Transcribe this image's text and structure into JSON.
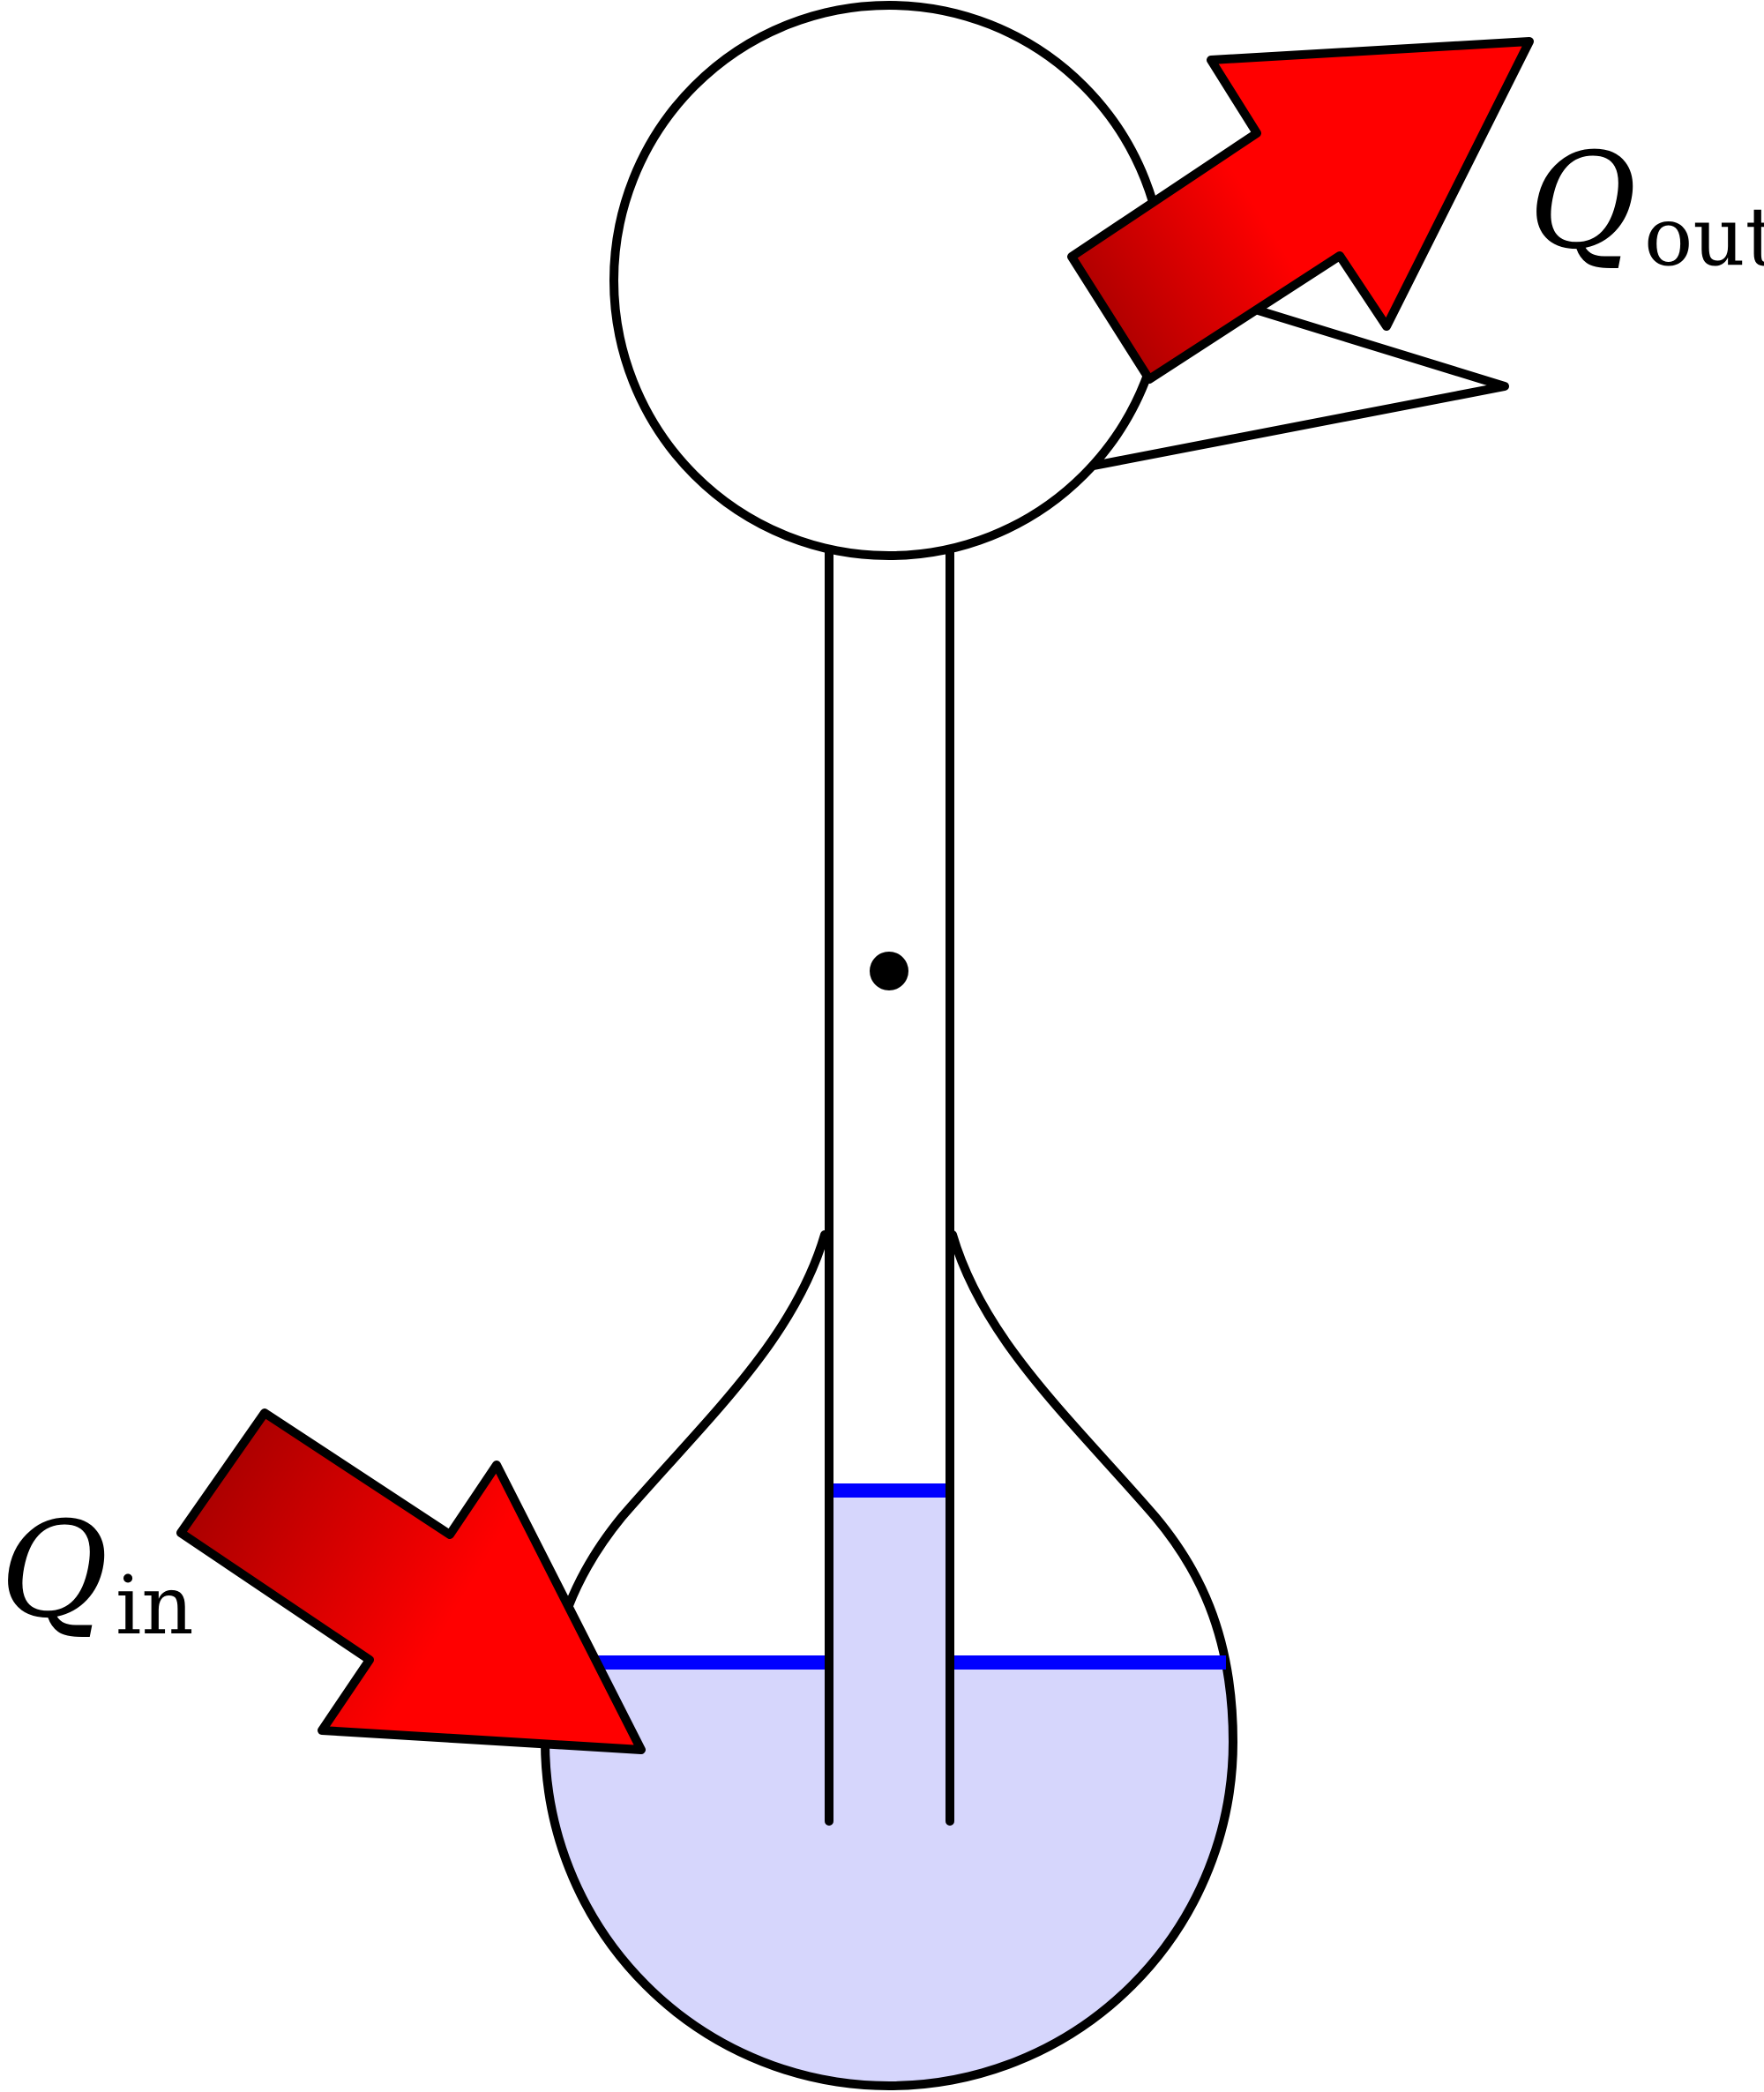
{
  "colors": {
    "stroke": "#000000",
    "liquid_fill": "#d6d6fc",
    "liquid_level": "#0000ff",
    "arrow_light": "#ff0000",
    "arrow_dark": "#aa0000",
    "background": "#ffffff"
  },
  "labels": {
    "heat_in": {
      "symbol": "Q",
      "subscript": "in"
    },
    "heat_out": {
      "symbol": "Q",
      "subscript": "out"
    }
  }
}
